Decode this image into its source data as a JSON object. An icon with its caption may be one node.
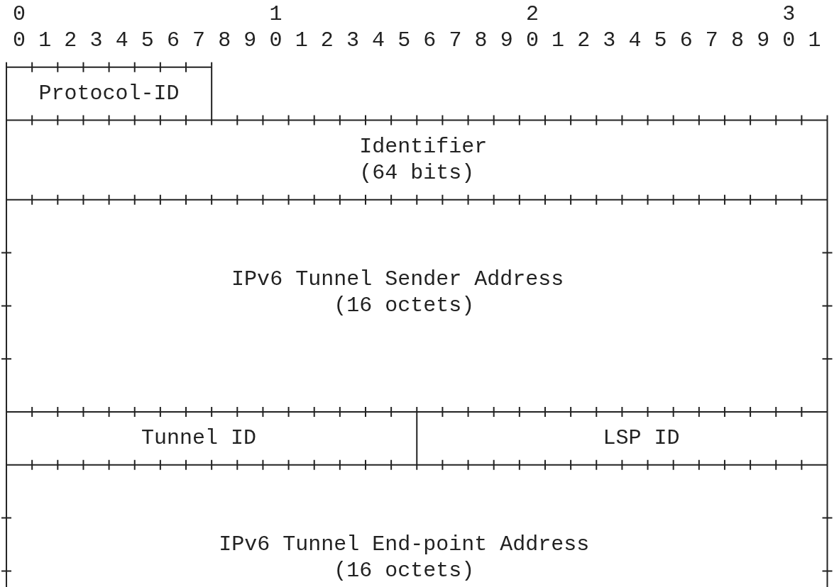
{
  "diagram": {
    "nodes": [
      {
        "text": [
          "Protocol-ID"
        ]
      },
      {
        "text": [
          "Identifier",
          "(64 bits)"
        ]
      },
      {
        "text": [
          "IPv6 Tunnel Sender Address",
          "(16 octets)"
        ]
      },
      {
        "text": [
          "Tunnel ID"
        ]
      },
      {
        "text": [
          "LSP ID"
        ]
      },
      {
        "text": [
          "IPv6 Tunnel End-point Address",
          "(16 octets)"
        ]
      }
    ],
    "edges": [],
    "labels": [
      "0",
      "1",
      "2",
      "3",
      "0",
      "1",
      "2",
      "3",
      "4",
      "5",
      "6",
      "7",
      "8",
      "9",
      "0",
      "1",
      "2",
      "3",
      "4",
      "5",
      "6",
      "7",
      "8",
      "9",
      "0",
      "1",
      "2",
      "3",
      "4",
      "5",
      "6",
      "7",
      "8",
      "9",
      "0",
      "1"
    ]
  }
}
